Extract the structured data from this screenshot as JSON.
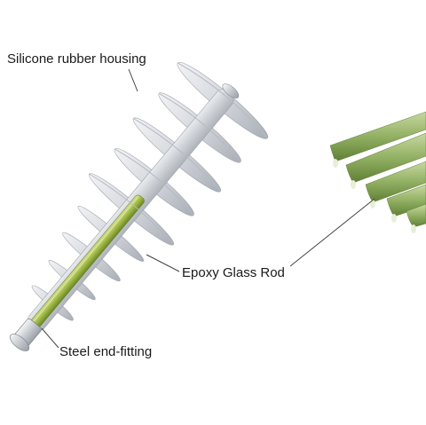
{
  "labels": {
    "housing": "Silicone rubber housing",
    "rod": "Epoxy Glass Rod",
    "fitting": "Steel end-fitting"
  },
  "colors": {
    "background": "#ffffff",
    "rubber_light": "#e6e8ec",
    "rubber_mid": "#c9ccd2",
    "rubber_dark": "#9ea3ab",
    "rod_light": "#b9cc6a",
    "rod_dark": "#6f8a25",
    "fiber_light": "#b3c98a",
    "fiber_dark": "#6f8f3e",
    "leader": "#444444",
    "text": "#1a1a1a"
  }
}
